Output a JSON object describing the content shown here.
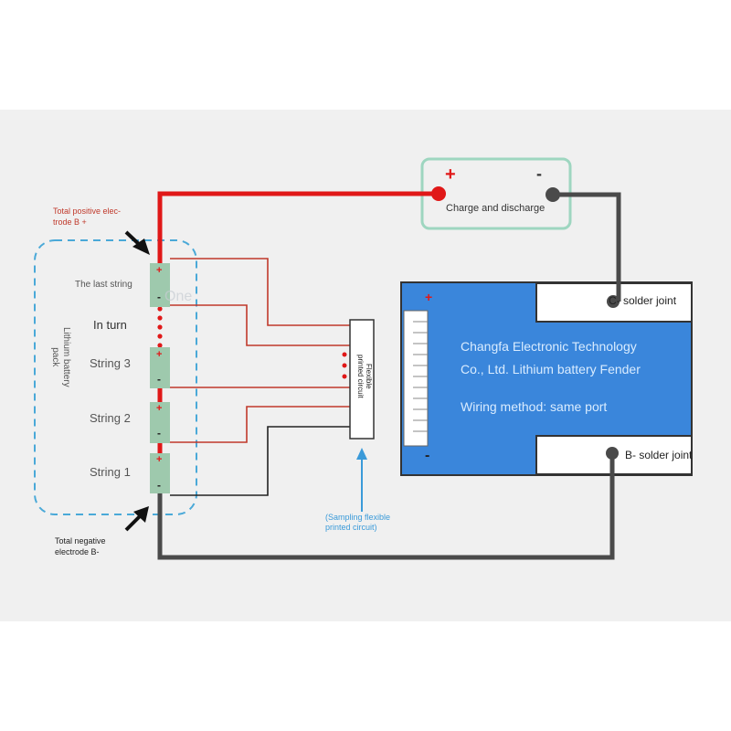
{
  "annotations": {
    "total_positive": "Total positive elec-\ntrode B +",
    "total_negative": "Total negative\nelectrode B-",
    "sampling_fpc": "(Sampling flexible\nprinted circuit)",
    "watermark": "One"
  },
  "battery_pack": {
    "label": "Lithium battery\npack",
    "strings": {
      "last": "The last string",
      "in_turn": "In turn",
      "s3": "String 3",
      "s2": "String 2",
      "s1": "String 1"
    },
    "plus": "+",
    "minus": "-"
  },
  "fpc": {
    "label": "Flexible\nprinted circuit"
  },
  "charge_port": {
    "label": "Charge and discharge",
    "plus": "+",
    "minus": "-"
  },
  "bms_board": {
    "line1": "Changfa Electronic Technology",
    "line2": "Co., Ltd. Lithium battery Fender",
    "wiring": "Wiring method: same port",
    "c_solder": "C- solder joint",
    "b_solder": "B- solder joint",
    "plus": "+",
    "minus": "-"
  },
  "colors": {
    "positive_wire": "#e01818",
    "sense_wire": "#c0392b",
    "negative_wire": "#4a4a4a",
    "board": "#3a86db",
    "cell": "#9ec9ad",
    "pack_outline": "#4aa9d8",
    "charge_outline": "#9ed6c0"
  }
}
